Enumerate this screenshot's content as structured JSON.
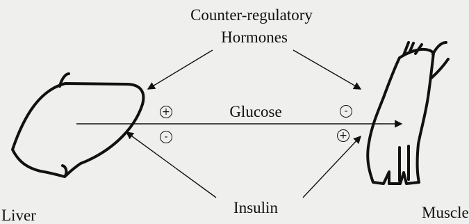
{
  "labels": {
    "counter_line1": "Counter-regulatory",
    "counter_line2": "Hormones",
    "glucose": "Glucose",
    "insulin": "Insulin",
    "liver": "Liver",
    "muscle": "Muscle"
  },
  "signs": {
    "liver_top": "+",
    "liver_bottom": "-",
    "muscle_top": "-",
    "muscle_bottom": "+"
  },
  "colors": {
    "background": "#efefed",
    "ink": "#111111"
  },
  "icons": {
    "liver": "liver-icon",
    "muscle": "muscle-icon"
  }
}
